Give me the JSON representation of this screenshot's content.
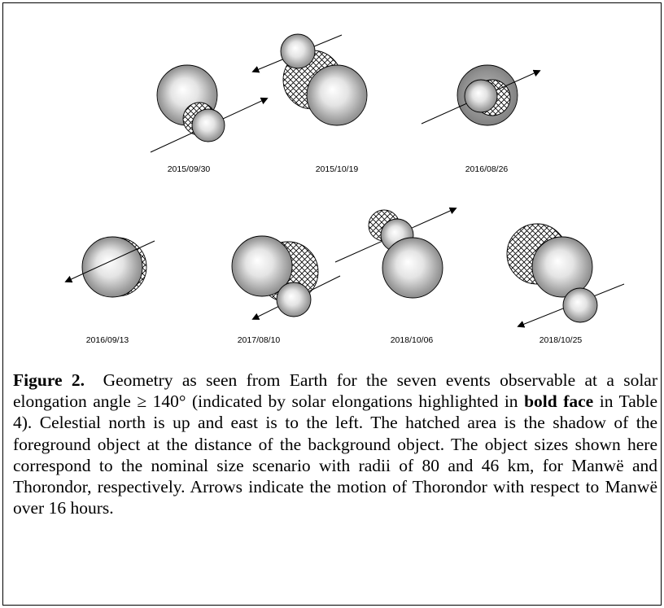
{
  "figure": {
    "panels": [
      {
        "date": "2015/09/30"
      },
      {
        "date": "2015/10/19"
      },
      {
        "date": "2016/08/26"
      },
      {
        "date": "2016/09/13"
      },
      {
        "date": "2017/08/10"
      },
      {
        "date": "2018/10/06"
      },
      {
        "date": "2018/10/25"
      }
    ]
  },
  "caption": {
    "label": "Figure 2.",
    "text_1": "Geometry as seen from Earth for the seven events observable at a solar elongation angle ≥ 140° (indicated by solar elongations highlighted in",
    "bold_phrase": "bold face",
    "text_2": "in Table 4).  Celestial north is up and east is to the left.  The hatched area is the shadow of the foreground object at the distance of the background object.  The object sizes shown here correspond to the nominal size scenario with radii of 80 and 46 km, for Manwë and Thorondor, respectively.  Arrows indicate the motion of Thorondor with respect to Manwë over 16 hours."
  }
}
